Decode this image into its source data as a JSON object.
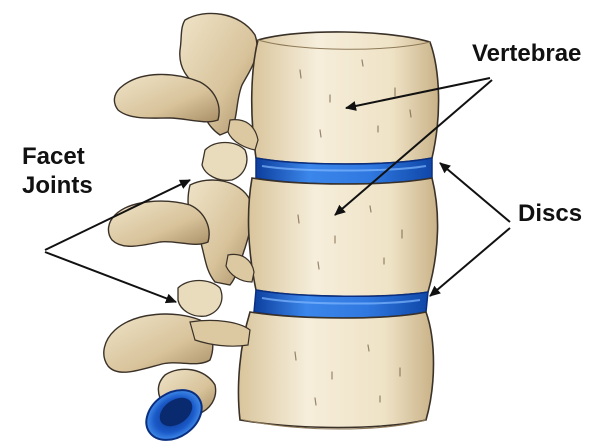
{
  "labels": {
    "vertebrae": "Vertebrae",
    "facet_joints_line1": "Facet",
    "facet_joints_line2": "Joints",
    "discs": "Discs"
  },
  "colors": {
    "bone_light": "#f4ead3",
    "bone_mid": "#e3d2ad",
    "bone_shadow": "#b89f76",
    "disc_blue": "#1c5fd0",
    "disc_light": "#4f9af0",
    "outline": "#3a3128",
    "arrow": "#111111"
  }
}
